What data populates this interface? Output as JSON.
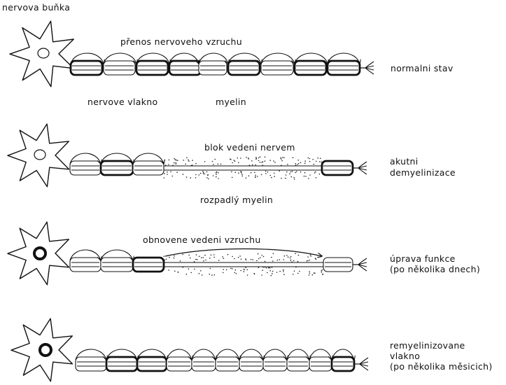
{
  "labels": {
    "nerve_cell": "nervova buňka",
    "transmission": "přenos nervoveho vzruchu",
    "normal_state": "normalni stav",
    "nerve_fiber": "nervove vlakno",
    "myelin": "myelin",
    "conduction_block": "blok vedeni nervem",
    "acute_line1": "akutni",
    "acute_line2": "demyelinizace",
    "disintegrated_myelin": "rozpadlý myelin",
    "restored_conduction": "obnovene vedeni vzruchu",
    "recovery_line1": "úprava funkce",
    "recovery_line2": "(po několika dnech)",
    "remyel_line1": "remyelinizovane",
    "remyel_line2": "vlakno",
    "remyel_line3": "(po několika měsicich)"
  }
}
